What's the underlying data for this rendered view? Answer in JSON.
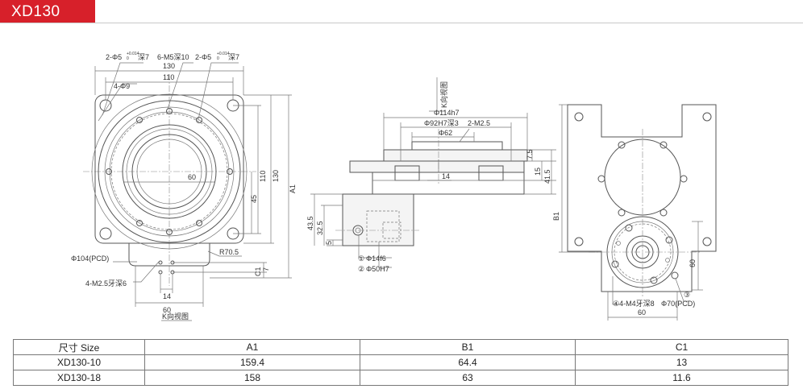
{
  "title": "XD130",
  "front_view": {
    "callouts": {
      "pin_holes_left": "2-Φ5",
      "tol_left": "+0.014\n0",
      "depth_left": "深7",
      "tapped": "6-M5深10",
      "pin_holes_right": "2-Φ5",
      "tol_right": "+0.014\n0",
      "depth_right": "深7",
      "corner_holes": "4-Φ9",
      "pcd": "Φ104(PCD)",
      "radius": "R70.5",
      "flange_tapped": "4-M2.5牙深6"
    },
    "dims": {
      "w130": "130",
      "w110": "110",
      "d60": "60",
      "h110": "110",
      "h130": "130",
      "h45": "45",
      "a1": "A1",
      "c1": "C1",
      "d7": "7",
      "d14": "14",
      "d60b": "60"
    },
    "k_view": "K向视图"
  },
  "side_view": {
    "k_view": "K向视图",
    "dims": {
      "d114": "Φ114h7",
      "d92": "Φ92H7深3",
      "m25": "2-M2.5",
      "d62": "Φ62",
      "d14": "14",
      "d7_5": "7.5",
      "d15": "15",
      "d41_5": "41.5",
      "d43_5": "43.5",
      "d32_5": "32.5",
      "d5": "5"
    },
    "notes": {
      "n1_mark": "①",
      "n1": "Φ14f6",
      "n2_mark": "②",
      "n2": "Φ50H7"
    }
  },
  "rear_view": {
    "dims": {
      "b1": "B1",
      "d60": "60",
      "d60b": "60"
    },
    "notes": {
      "n3_mark": "③",
      "n4": "④4-M4牙深8",
      "pcd": "Φ70(PCD)"
    }
  },
  "size_table": {
    "headers": [
      "尺寸 Size",
      "A1",
      "B1",
      "C1"
    ],
    "rows": [
      [
        "XD130-10",
        "159.4",
        "64.4",
        "13"
      ],
      [
        "XD130-18",
        "158",
        "63",
        "11.6"
      ]
    ]
  }
}
